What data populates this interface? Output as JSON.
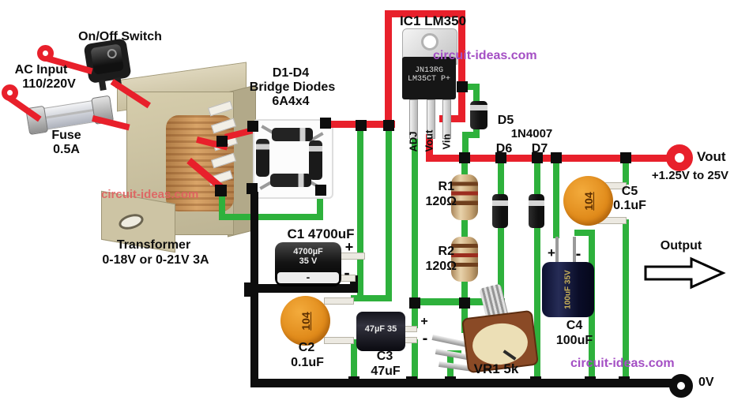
{
  "input": {
    "switch_label": "On/Off Switch",
    "ac_label_1": "AC Input",
    "ac_label_2": "110/220V",
    "fuse_label_1": "Fuse",
    "fuse_label_2": "0.5A",
    "transformer_label_1": "Transformer",
    "transformer_label_2": "0-18V or 0-21V 3A"
  },
  "bridge": {
    "label_1": "D1-D4",
    "label_2": "Bridge Diodes",
    "label_3": "6A4x4"
  },
  "regulator": {
    "ic_label": "IC1 LM350",
    "chip_line1": "JN13RG",
    "chip_line2": "LM35CT P+",
    "pin_adj": "ADJ",
    "pin_vout": "Vout",
    "pin_vin": "Vin",
    "d5_label": "D5",
    "d5_part": "1N4007",
    "d6_label": "D6",
    "d7_label": "D7",
    "r1_name": "R1",
    "r1_value": "120Ω",
    "r2_name": "R2",
    "r2_value": "120Ω"
  },
  "caps": {
    "c1_label": "C1 4700uF",
    "c1_body_line1": "4700µF",
    "c1_body_line2": "35 V",
    "c2_name": "C2",
    "c2_value": "0.1uF",
    "c3_name": "C3",
    "c3_value": "47uF",
    "c3_body": "47µF 35",
    "c4_name": "C4",
    "c4_value": "100uF",
    "c4_body": "100uF 35V",
    "c5_name": "C5",
    "c5_value": "0.1uF",
    "ceramic_code": "104"
  },
  "pot": {
    "label": "VR1 5k"
  },
  "output": {
    "vout_label": "Vout",
    "vout_range": "+1.25V to 25V",
    "output_label": "Output",
    "zero_v_label": "0V"
  },
  "marks": {
    "plus": "+",
    "minus": "-"
  },
  "watermark": {
    "text": "circuit-ideas.com"
  },
  "colors": {
    "wire_red": "#e8202b",
    "wire_green": "#2eb13c",
    "wire_black": "#0d0d0d",
    "ceramic_orange": "#e8921c",
    "watermark_purple": "#a44fc4",
    "watermark_rose": "#e06060"
  }
}
